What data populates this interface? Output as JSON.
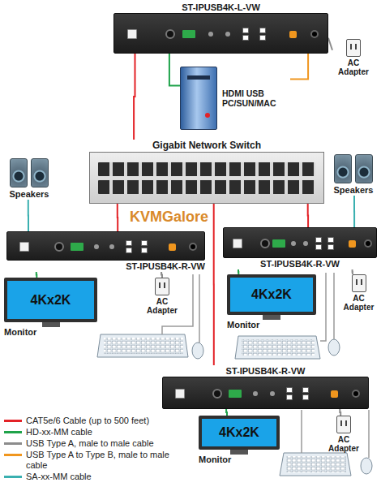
{
  "diagram": {
    "nodes": [
      {
        "text": [
          "ST-IPUSB4K-L-VW"
        ]
      },
      {
        "text": [
          "AC Adapter"
        ]
      },
      {
        "text": [
          "HDMI USB PC/SUN/MAC"
        ]
      },
      {
        "text": [
          "Gigabit Network Switch"
        ]
      },
      {
        "text": [
          "Speakers"
        ]
      },
      {
        "text": [
          "ST-IPUSB4K-R-VW"
        ]
      },
      {
        "text": [
          "4Kx2K",
          "Monitor"
        ]
      },
      {
        "text": [
          "AC Adapter"
        ]
      },
      {
        "text": [
          "Speakers"
        ]
      },
      {
        "text": [
          "ST-IPUSB4K-R-VW"
        ]
      },
      {
        "text": [
          "AC Adapter"
        ]
      },
      {
        "text": [
          "4Kx2K",
          "Monitor"
        ]
      },
      {
        "text": [
          "ST-IPUSB4K-R-VW"
        ]
      },
      {
        "text": [
          "4Kx2K",
          "Monitor"
        ]
      },
      {
        "text": [
          "AC Adapter"
        ]
      }
    ],
    "edges": [
      {
        "from": 0,
        "to": 3,
        "arrow": "none"
      },
      {
        "from": 2,
        "to": 0,
        "arrow": "none"
      },
      {
        "from": 2,
        "to": 0,
        "arrow": "none"
      },
      {
        "from": 0,
        "to": 1,
        "arrow": "none"
      },
      {
        "from": 3,
        "to": 5,
        "arrow": "none"
      },
      {
        "from": 3,
        "to": 9,
        "arrow": "none"
      },
      {
        "from": 3,
        "to": 12,
        "arrow": "none"
      },
      {
        "from": 5,
        "to": 4,
        "arrow": "none"
      },
      {
        "from": 5,
        "to": 6,
        "arrow": "none"
      },
      {
        "from": 5,
        "to": 7,
        "arrow": "none"
      },
      {
        "from": 9,
        "to": 8,
        "arrow": "none"
      },
      {
        "from": 9,
        "to": 11,
        "arrow": "none"
      },
      {
        "from": 9,
        "to": 10,
        "arrow": "none"
      },
      {
        "from": 12,
        "to": 13,
        "arrow": "none"
      },
      {
        "from": 12,
        "to": 14,
        "arrow": "none"
      }
    ],
    "labels": [
      "KVMGalore"
    ],
    "legend": [
      {
        "text": "CAT5e/6 Cable (up to 500 feet)",
        "color": "#e32227"
      },
      {
        "text": "HD-xx-MM cable",
        "color": "#1fa34a"
      },
      {
        "text": "USB Type A, male to male cable",
        "color": "#8c8c8c"
      },
      {
        "text": "USB Type A  to Type B, male to male cable",
        "color": "#f0961e"
      },
      {
        "text": "SA-xx-MM cable",
        "color": "#3ab0b0"
      }
    ]
  }
}
